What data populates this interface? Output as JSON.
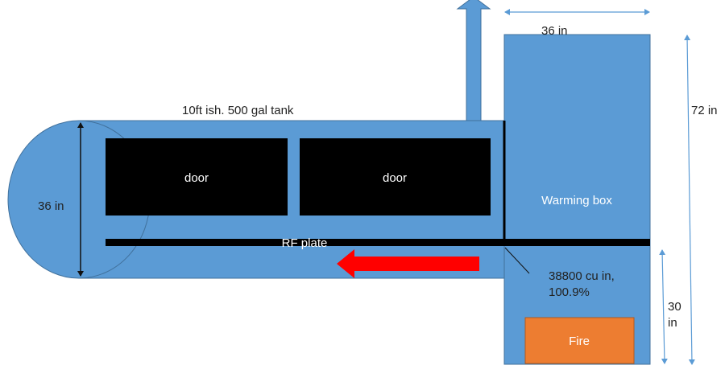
{
  "colors": {
    "body_fill": "#5B9BD5",
    "body_stroke": "#41719C",
    "door_fill": "#000000",
    "arrow_red": "#FF0000",
    "fire_fill": "#ED7D31",
    "fire_stroke": "#AE5A21",
    "dimension_arrow": "#5B9BD5"
  },
  "labels": {
    "tank": "10ft ish. 500 gal tank",
    "tank_height": "36 in",
    "door_left": "door",
    "door_right": "door",
    "rf_plate": "RF plate",
    "warming_box": "Warming box",
    "box_width": "36 in",
    "box_height": "72 in",
    "firebox_height_line1": "30",
    "firebox_height_line2": "in",
    "volume_line1": "38800 cu in,",
    "volume_line2": "100.9%",
    "fire": "Fire"
  }
}
